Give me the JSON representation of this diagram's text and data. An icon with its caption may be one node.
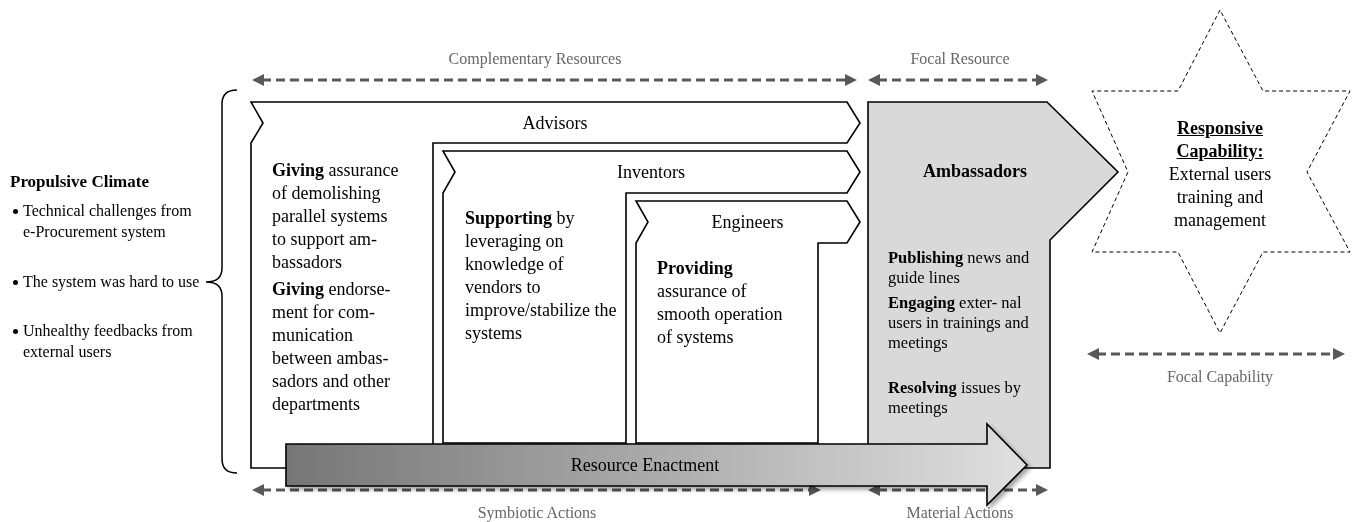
{
  "diagram": {
    "nodes": [
      {
        "text": [
          "Advisors",
          "**Giving** assurance of demolishing parallel systems to support am- bassadors",
          "**Giving** endorse- ment for com- munication between ambas- sadors and other departments"
        ]
      },
      {
        "text": [
          "Inventors",
          "**Supporting** by leveraging on knowledge of vendors to improve/stabilize the systems"
        ],
        "in": 0
      },
      {
        "text": [
          "Engineers",
          "**Providing** assurance of smooth operation of systems"
        ],
        "in": 1
      },
      {
        "text": [
          "Ambassadors",
          "**Publishing** news and guide lines",
          "**Engaging** exter- nal users in trainings and meetings",
          "**Resolving** issues by meetings"
        ]
      },
      {
        "text": [
          "Responsive Capability:",
          "External users training and management"
        ]
      },
      {
        "text": [
          "Resource Enactment"
        ]
      }
    ],
    "labels": [
      "Complementary Resources",
      "Focal Resource",
      "Propulsive Climate",
      "Technical challenges from e-Procurement system",
      "The system was hard to use",
      "Unhealthy feedbacks from external users",
      "Focal Capability",
      "Symbiotic Actions",
      "Material Actions"
    ]
  }
}
